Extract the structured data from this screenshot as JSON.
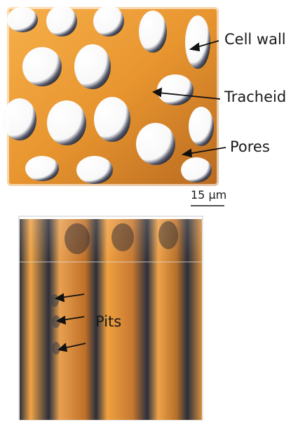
{
  "image": {
    "top_panel": {
      "kind": "3d-rendered-microscopy-cross-section",
      "palette": [
        "#f0a03a",
        "#c8782a",
        "#2c3240",
        "#ffffff"
      ]
    },
    "bottom_panel": {
      "kind": "3d-rendered-microscopy-longitudinal-section",
      "palette": [
        "#f0a03a",
        "#c8782a",
        "#2c3240",
        "#ffffff"
      ]
    }
  },
  "labels": {
    "cell_wall": "Cell wall",
    "tracheid": "Tracheid",
    "pores": "Pores",
    "pits": "Pits"
  },
  "scale_bar": {
    "text": "15 µm"
  }
}
